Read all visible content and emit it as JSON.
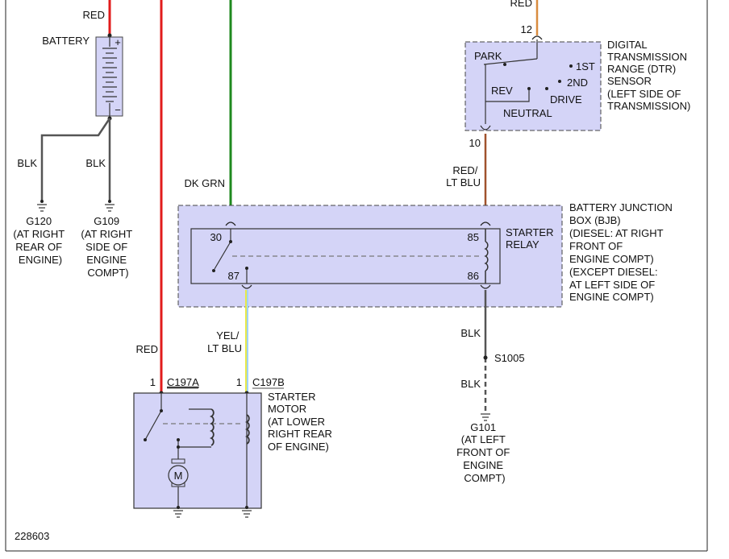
{
  "diagram_id": "228603",
  "colors": {
    "red": "#e11b1b",
    "green": "#1f8a1f",
    "brown": "#a0522d",
    "orange": "#d98c3f",
    "black": "#555555",
    "yellow": "#e8e84a",
    "light_blue": "#9fd3ff",
    "box_fill": "#d4d4f7",
    "box_stroke": "#444444"
  },
  "wires": {
    "red_top": "RED",
    "red_dtr": "RED",
    "dk_grn": "DK GRN",
    "red_lt_blu_1": "RED/",
    "red_lt_blu_2": "LT BLU",
    "blk_g120": "BLK",
    "blk_g109": "BLK",
    "yel_lt_blu_1": "YEL/",
    "yel_lt_blu_2": "LT BLU",
    "red_starter": "RED",
    "blk_relay": "BLK",
    "blk_g101": "BLK"
  },
  "battery": {
    "label": "BATTERY",
    "plus": "+",
    "minus": "−"
  },
  "grounds": {
    "g120": [
      "G120",
      "(AT RIGHT",
      "REAR OF",
      "ENGINE)"
    ],
    "g109": [
      "G109",
      "(AT RIGHT",
      "SIDE OF",
      "ENGINE",
      "COMPT)"
    ],
    "g101": [
      "G101",
      "(AT LEFT",
      "FRONT OF",
      "ENGINE",
      "COMPT)"
    ]
  },
  "dtr": {
    "pin_in": "12",
    "pin_out": "10",
    "park": "PARK",
    "rev": "REV",
    "neutral": "NEUTRAL",
    "first": "1ST",
    "second": "2ND",
    "drive": "DRIVE",
    "desc": [
      "DIGITAL",
      "TRANSMISSION",
      "RANGE (DTR)",
      "SENSOR",
      "(LEFT SIDE OF",
      "TRANSMISSION)"
    ]
  },
  "relay": {
    "pin30": "30",
    "pin87": "87",
    "pin85": "85",
    "pin86": "86",
    "label": [
      "STARTER",
      "RELAY"
    ]
  },
  "bjb": [
    "BATTERY JUNCTION",
    "BOX (BJB)",
    "(DIESEL: AT RIGHT",
    "FRONT OF",
    "ENGINE COMPT)",
    "(EXCEPT DIESEL:",
    "AT LEFT SIDE OF",
    "ENGINE COMPT)"
  ],
  "splice": "S1005",
  "starter": {
    "conn_a_pin": "1",
    "conn_a": "C197A",
    "conn_b_pin": "1",
    "conn_b": "C197B",
    "motor_symbol": "M",
    "desc": [
      "STARTER",
      "MOTOR",
      "(AT LOWER",
      "RIGHT REAR",
      "OF ENGINE)"
    ]
  }
}
